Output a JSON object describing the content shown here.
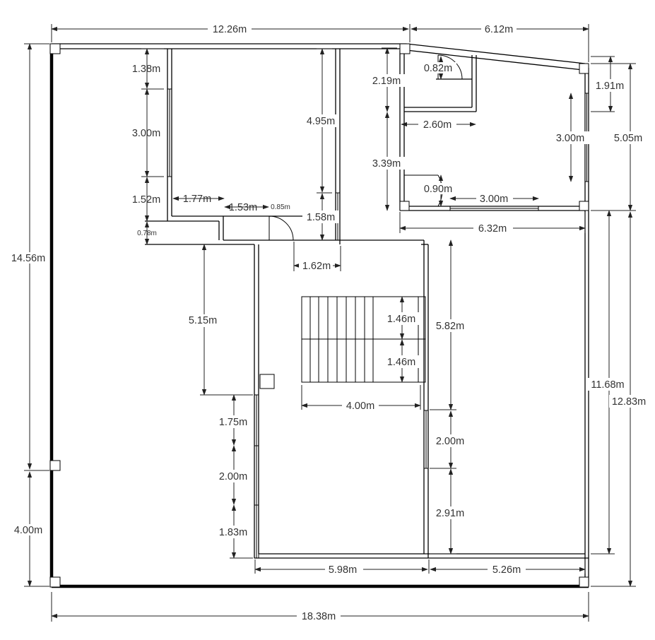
{
  "dimensions": {
    "top_left_span": "12.26m",
    "top_right_span": "6.12m",
    "overall_bottom": "18.38m",
    "left_total_height": "14.56m",
    "left_lower": "4.00m",
    "right_outer_upper": "5.05m",
    "right_outer_lower": "12.83m",
    "right_inner_lower": "11.68m",
    "left_room_wall_top": "1.38m",
    "left_room_window": "3.00m",
    "left_room_wall_bottom": "1.52m",
    "left_room_width": "1.77m",
    "step_ledge": "0.78m",
    "room_height": "4.95m",
    "hall_width": "1.53m",
    "door_small": "0.85m",
    "hall_offset": "1.58m",
    "hall_opening": "1.62m",
    "stair_hall_gap": "5.15m",
    "bath_height": "2.19m",
    "bath_door": "0.82m",
    "bath_width": "2.60m",
    "ne_room_lower": "3.39m",
    "ne_window_height": "3.00m",
    "ne_right_upper": "1.91m",
    "ne_door": "0.90m",
    "ne_window_width": "3.00m",
    "ne_room_width": "6.32m",
    "stair_flight_upper": "1.46m",
    "stair_flight_lower": "1.46m",
    "stair_width": "4.00m",
    "stair_hall_right_upper": "5.82m",
    "stair_hall_right_window": "2.00m",
    "stair_hall_right_lower": "2.91m",
    "stair_hall_left_upper": "1.75m",
    "stair_hall_left_window": "2.00m",
    "stair_hall_left_lower": "1.83m",
    "stair_hall_width": "5.98m",
    "right_room_width": "5.26m"
  }
}
